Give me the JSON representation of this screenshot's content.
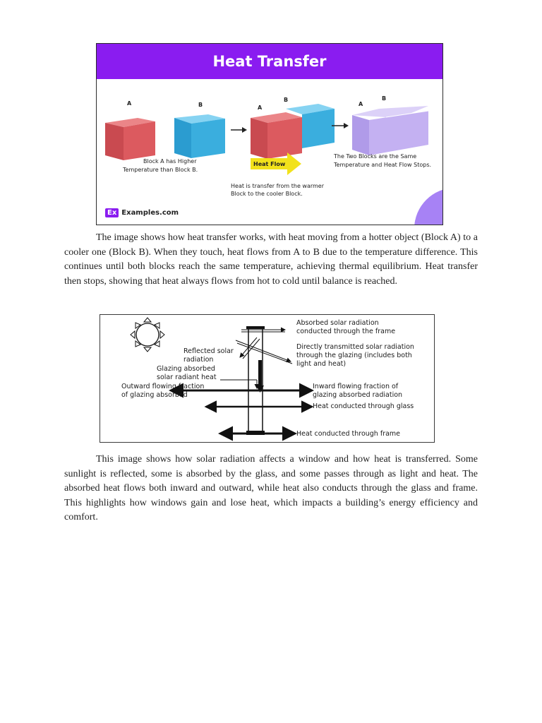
{
  "figure1": {
    "title": "Heat Transfer",
    "block_a": "A",
    "block_b": "B",
    "caption_left": [
      "Block A has Higher",
      "Temperature than Block B."
    ],
    "heat_flow_label": "Heat Flow",
    "caption_center": [
      "Heat is transfer from the warmer",
      "Block to the cooler Block."
    ],
    "caption_right": [
      "The Two Blocks are the Same",
      "Temperature and Heat Flow Stops."
    ],
    "logo_badge": "Ex",
    "logo_text": "Examples.com",
    "colors": {
      "header": "#8a1cf0",
      "hot_block": "#dc5a5f",
      "cool_block": "#3aaede",
      "equal_block": "#c4b1f2",
      "arrow": "#f2e21b"
    }
  },
  "paragraph1": "The image shows how heat transfer works, with heat moving from a hotter object (Block A) to a cooler one (Block B). When they touch, heat flows from A to B due to the temperature difference. This continues until both blocks reach the same temperature, achieving thermal equilibrium. Heat transfer then stops, showing that heat always flows from hot to cold until balance is reached.",
  "figure2": {
    "absorbed_conducted": [
      "Absorbed solar radiation",
      "conducted through the frame"
    ],
    "directly_transmitted": [
      "Directly transmitted solar radiation",
      "through the glazing (includes both",
      "light and heat)"
    ],
    "reflected": [
      "Reflected solar",
      "radiation"
    ],
    "glazing_absorbed": [
      "Glazing absorbed",
      "solar radiant heat"
    ],
    "outward": [
      "Outward flowing fraction",
      "of glazing absorbed"
    ],
    "inward": [
      "Inward flowing fraction of",
      "glazing absorbed radiation"
    ],
    "glass_conduction": "Heat conducted through glass",
    "frame_conduction": "Heat conducted through frame"
  },
  "paragraph2": "This image shows how solar radiation affects a window and how heat is transferred. Some sunlight is reflected, some is absorbed by the glass, and some passes through as light and heat. The absorbed heat flows both inward and outward, while heat also conducts through the glass and frame. This highlights how windows gain and lose heat, which impacts a building’s energy efficiency and comfort."
}
